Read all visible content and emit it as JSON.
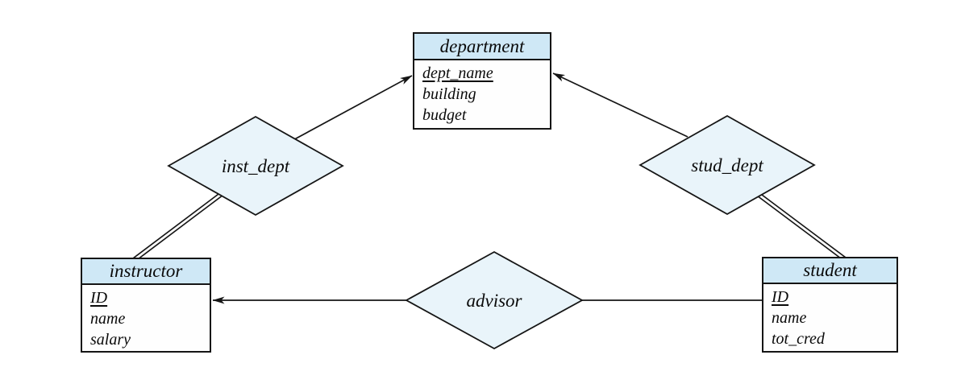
{
  "figure": {
    "kind": "entity-relationship-diagram",
    "colors": {
      "entity_header_fill": "#cfe8f6",
      "entity_body_fill": "#fefefe",
      "relationship_fill": "#e9f4fa",
      "line": "#151515"
    },
    "entities": [
      {
        "name": "department",
        "attributes": [
          {
            "label": "dept_name",
            "primary_key": true
          },
          {
            "label": "building",
            "primary_key": false
          },
          {
            "label": "budget",
            "primary_key": false
          }
        ]
      },
      {
        "name": "instructor",
        "attributes": [
          {
            "label": "ID",
            "primary_key": true
          },
          {
            "label": "name",
            "primary_key": false
          },
          {
            "label": "salary",
            "primary_key": false
          }
        ]
      },
      {
        "name": "student",
        "attributes": [
          {
            "label": "ID",
            "primary_key": true
          },
          {
            "label": "name",
            "primary_key": false
          },
          {
            "label": "tot_cred",
            "primary_key": false
          }
        ]
      }
    ],
    "relationships": [
      {
        "name": "inst_dept",
        "from": "instructor",
        "to": "department",
        "from_edge_style": "double-line (total participation)",
        "to_edge_style": "arrow (many-to-one)"
      },
      {
        "name": "stud_dept",
        "from": "student",
        "to": "department",
        "from_edge_style": "double-line (total participation)",
        "to_edge_style": "arrow (many-to-one)"
      },
      {
        "name": "advisor",
        "from": "student",
        "to": "instructor",
        "from_edge_style": "plain line",
        "to_edge_style": "arrow"
      }
    ]
  }
}
